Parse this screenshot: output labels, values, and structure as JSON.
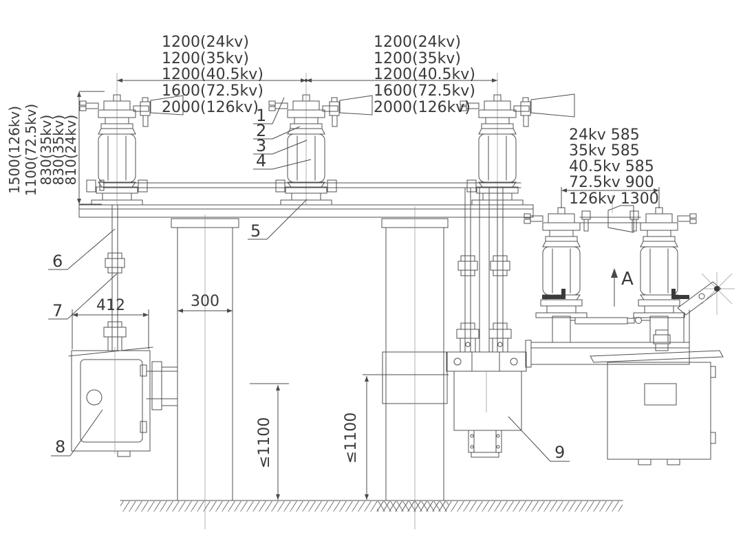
{
  "labels": {
    "span_left": [
      "1200(24kv)",
      "1200(35kv)",
      "1200(40.5kv)",
      "1600(72.5kv)",
      "2000(126kv)"
    ],
    "span_right": [
      "1200(24kv)",
      "1200(35kv)",
      "1200(40.5kv)",
      "1600(72.5kv)",
      "2000(126kv)"
    ],
    "height_left": [
      "1500(126kv)",
      "1100(72.5kv)",
      "830(35kv)",
      "830(35kv)",
      "810(24kv)"
    ],
    "voltage_table": [
      "24kv 585",
      "35kv 585",
      "40.5kv 585",
      "72.5kv 900",
      "126kv 1300"
    ],
    "callouts": [
      "1",
      "2",
      "3",
      "4",
      "5",
      "6",
      "7",
      "8",
      "9"
    ],
    "dim_412": "412",
    "dim_300": "300",
    "dim_1100_left": "≤1100",
    "dim_1100_right": "≤1100",
    "direction_a": "A"
  },
  "colors": {
    "line": "#4f4f4f",
    "text": "#3a3a3a",
    "background": "#ffffff"
  }
}
